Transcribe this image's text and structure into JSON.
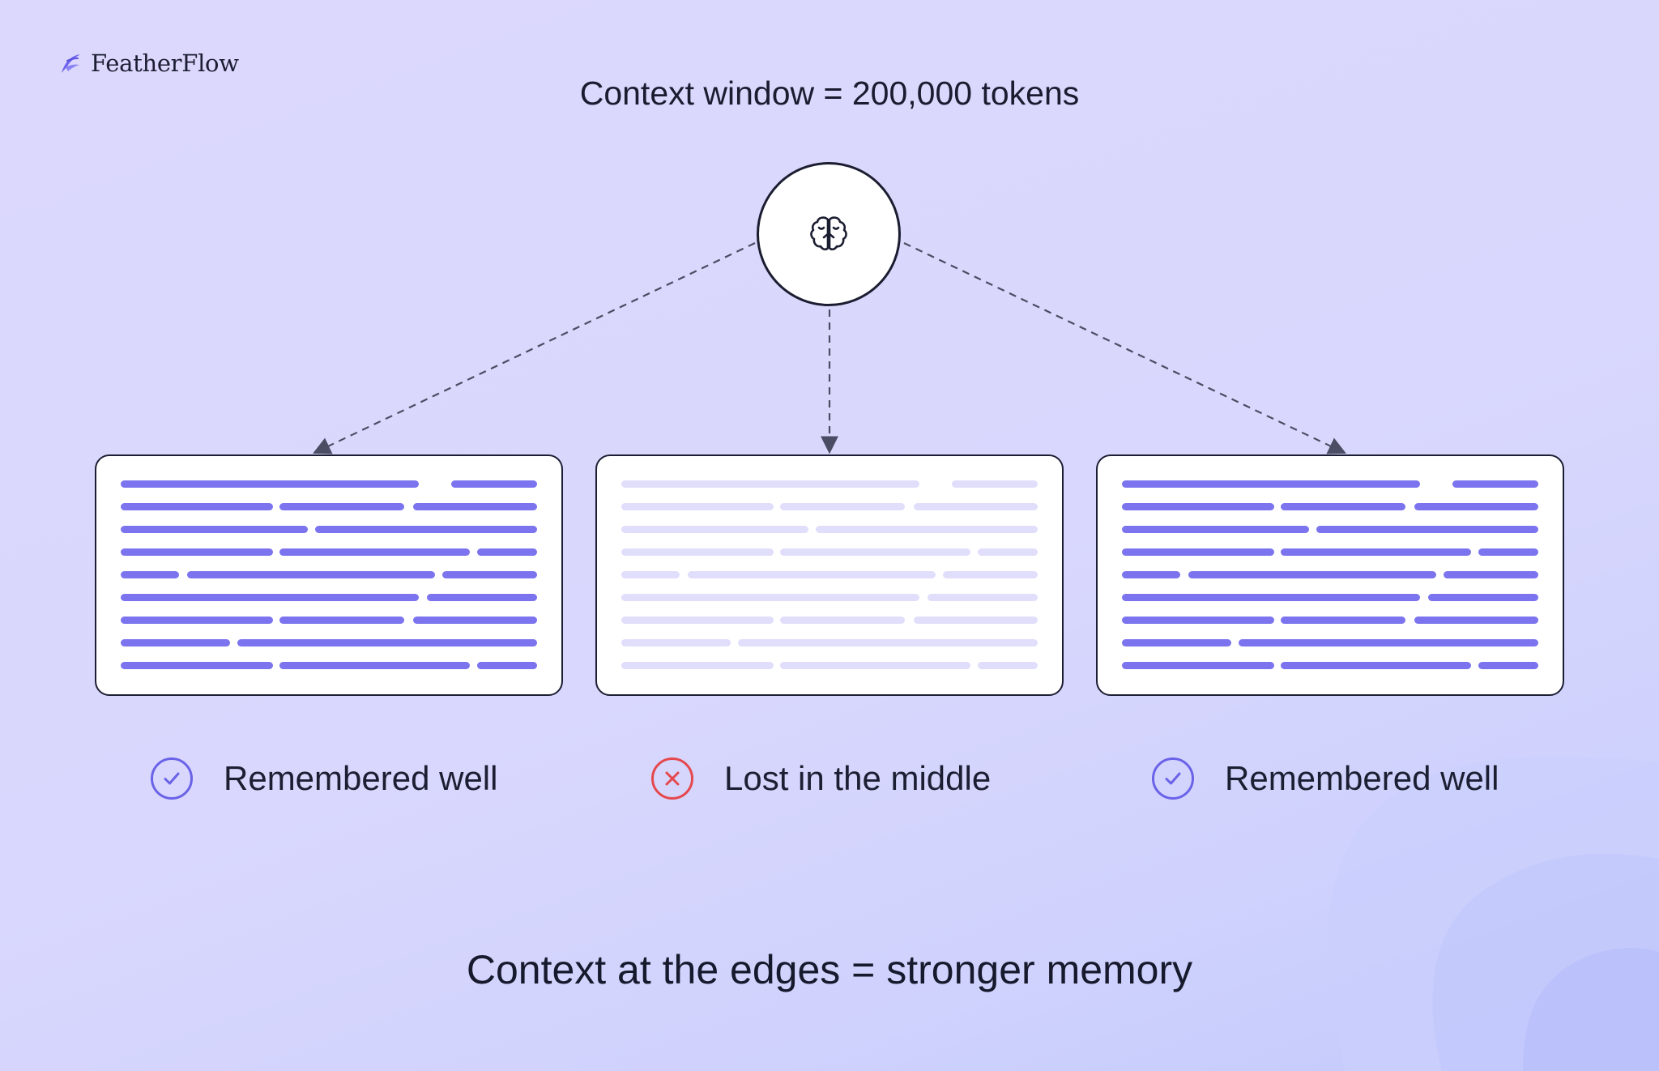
{
  "brand": {
    "name": "FeatherFlow"
  },
  "header": {
    "title": "Context window = 200,000 tokens"
  },
  "center_node": {
    "icon": "brain-icon"
  },
  "cards": [
    {
      "id": "start",
      "strength": "strong",
      "status_icon": "check-circle-icon",
      "status_label": "Remembered well"
    },
    {
      "id": "middle",
      "strength": "faded",
      "status_icon": "x-circle-icon",
      "status_label": "Lost in the middle"
    },
    {
      "id": "end",
      "strength": "strong",
      "status_icon": "check-circle-icon",
      "status_label": "Remembered well"
    }
  ],
  "footer": {
    "caption": "Context at the edges = stronger memory"
  },
  "colors": {
    "background": "#dcd8fd",
    "strong_line": "#7b74ee",
    "faded_line": "#e1defb",
    "check_accent": "#6a63e8",
    "error_accent": "#e5484d",
    "outline": "#1c1e33"
  }
}
